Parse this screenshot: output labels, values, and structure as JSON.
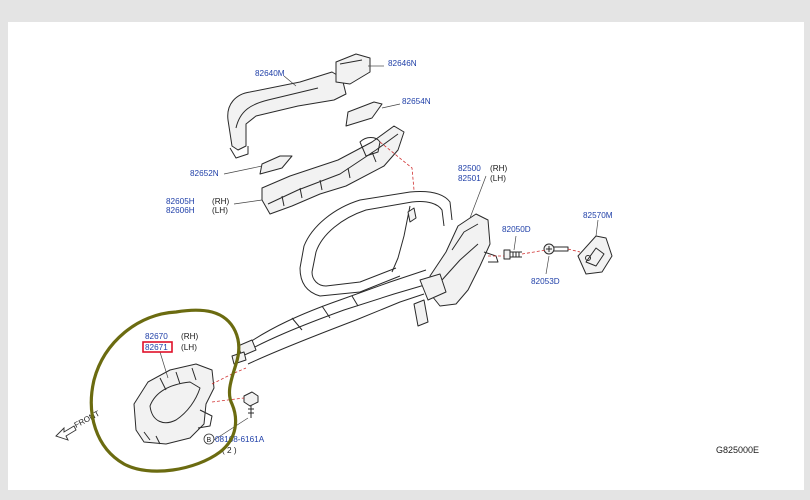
{
  "diagram": {
    "parts": {
      "p82640M": "82640M",
      "p82646N": "82646N",
      "p82654N": "82654N",
      "p82652N": "82652N",
      "p82605H": "82605H",
      "p82606H": "82606H",
      "p82500": "82500",
      "p82501": "82501",
      "p82050D": "82050D",
      "p82053D": "82053D",
      "p82570M": "82570M",
      "p82670": "82670",
      "p82671": "82671",
      "bolt": "08168-6161A",
      "bolt_marker": "B",
      "bolt_qty": "( 2 )"
    },
    "sides": {
      "rh": "(RH)",
      "lh": "(LH)"
    },
    "front_label": "FRONT",
    "figure_code": "G825000E",
    "colors": {
      "part_number": "#1f3fa8",
      "highlight_box": "#e0102a",
      "annotation_circle": "#6b6b10"
    }
  }
}
